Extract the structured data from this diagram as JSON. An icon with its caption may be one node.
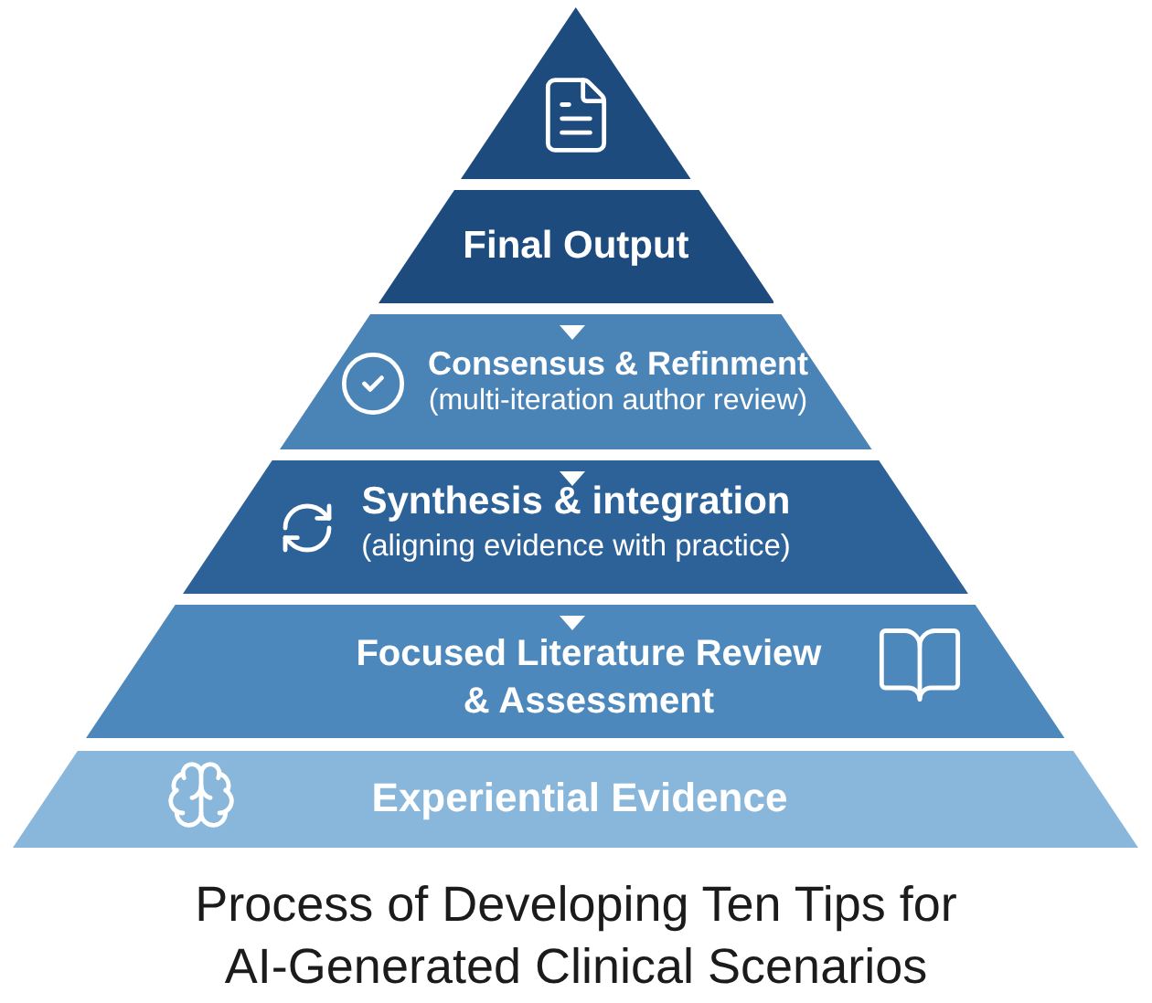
{
  "diagram": {
    "caption": "Process of Developing Ten Tips for AI-Generated Clinical Scenarios",
    "nodes": [
      {
        "text": [],
        "shape": "triangle"
      },
      {
        "text": [
          "Final Output"
        ]
      },
      {
        "text": [
          "Consensus & Refinment",
          "(multi-iteration author review)"
        ]
      },
      {
        "text": [
          "Synthesis & integration",
          "(aligning evidence with practice)"
        ]
      },
      {
        "text": [
          "Focused Literature Review & Assessment"
        ]
      },
      {
        "text": [
          "Experiential Evidence"
        ]
      }
    ],
    "edges": [
      {
        "from": 1,
        "to": 2,
        "arrow": "to"
      },
      {
        "from": 2,
        "to": 3,
        "arrow": "to"
      },
      {
        "from": 3,
        "to": 4,
        "arrow": "to"
      }
    ]
  }
}
